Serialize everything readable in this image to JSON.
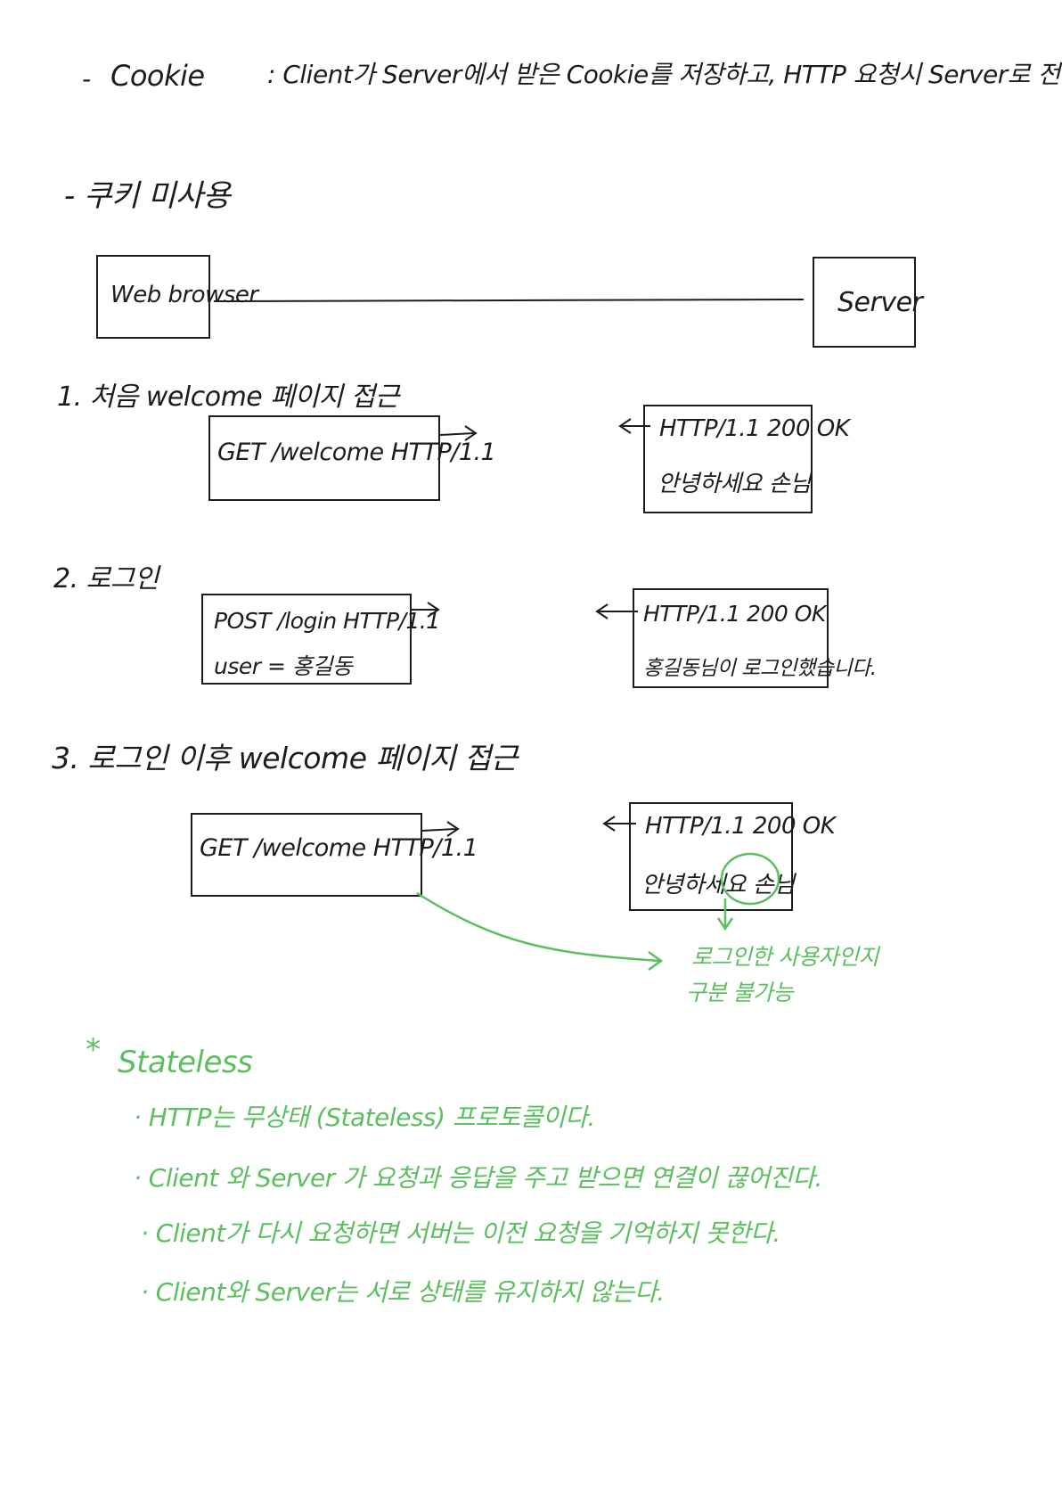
{
  "header_line": {
    "dash": "-",
    "term": "Cookie",
    "definition": ": Client가 Server에서 받은 Cookie를 저장하고, HTTP 요청시 Server로 전달"
  },
  "section_title": "- 쿠키 미사용",
  "diagram": {
    "left_node": "Web browser",
    "right_node": "Server"
  },
  "steps": [
    {
      "label": "1. 처음 welcome 페이지 접근",
      "request_lines": [
        "GET /welcome HTTP/1.1"
      ],
      "response_lines": [
        "HTTP/1.1 200 OK",
        "안녕하세요 손님"
      ]
    },
    {
      "label": "2. 로그인",
      "request_lines": [
        "POST /login HTTP/1.1",
        "user = 홍길동"
      ],
      "response_lines": [
        "HTTP/1.1 200 OK",
        "홍길동님이 로그인했습니다."
      ]
    },
    {
      "label": "3. 로그인 이후 welcome 페이지 접근",
      "request_lines": [
        "GET /welcome HTTP/1.1"
      ],
      "response_lines": [
        "HTTP/1.1 200 OK",
        "안녕하세요 손님"
      ],
      "circled_word": "손님",
      "annotation": [
        "로그인한 사용자인지",
        "구분 불가능"
      ]
    }
  ],
  "stateless": {
    "marker": "*",
    "title": "Stateless",
    "bullets": [
      "· HTTP는 무상태 (Stateless) 프로토콜이다.",
      "· Client 와 Server 가 요청과 응답을 주고 받으면 연결이 끊어진다.",
      "· Client가 다시 요청하면 서버는 이전 요청을 기억하지 못한다.",
      "· Client와 Server는 서로 상태를 유지하지 않는다."
    ]
  },
  "colors": {
    "ink": "#1c1c1c",
    "highlight": "#5cbf5f"
  }
}
